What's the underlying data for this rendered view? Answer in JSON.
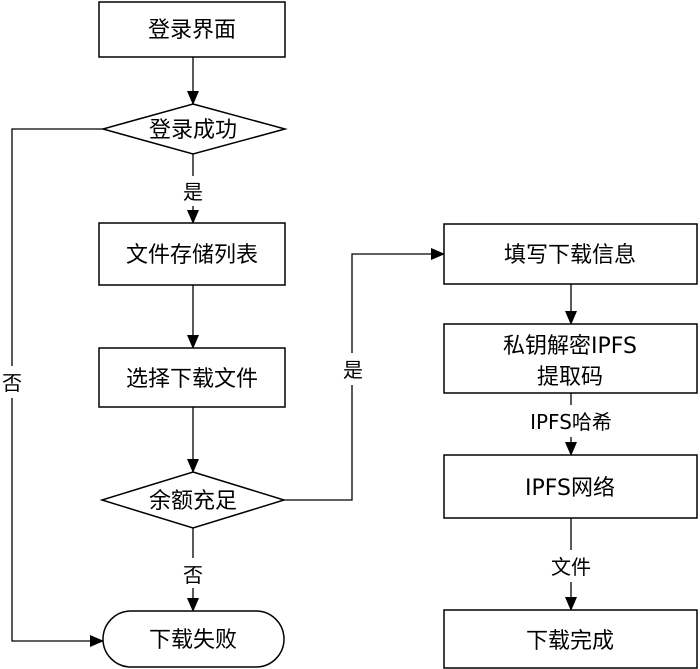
{
  "nodes": {
    "login_screen": "登录界面",
    "login_success": "登录成功",
    "file_storage_list": "文件存储列表",
    "select_download_file": "选择下载文件",
    "balance_sufficient": "余额充足",
    "download_failed": "下载失败",
    "fill_download_info": "填写下载信息",
    "decrypt_line1": "私钥解密IPFS",
    "decrypt_line2": "提取码",
    "ipfs_network": "IPFS网络",
    "download_complete": "下载完成"
  },
  "edges": {
    "login_yes": "是",
    "login_no": "否",
    "balance_yes": "是",
    "balance_no": "否",
    "ipfs_hash": "IPFS哈希",
    "file": "文件"
  }
}
